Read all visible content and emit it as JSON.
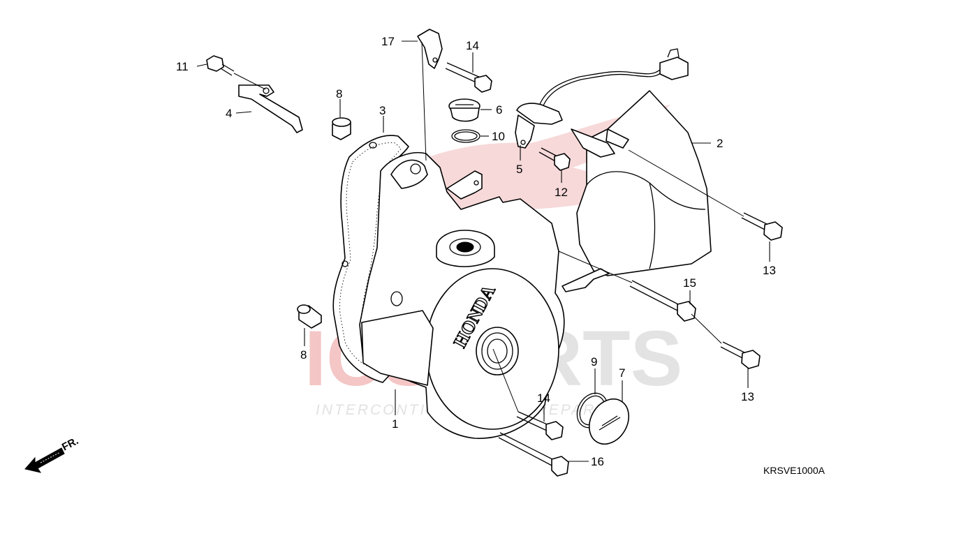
{
  "watermark": {
    "brand_left": "ICS",
    "brand_right": "PARTS",
    "tagline": "INTERCONTINENTAL SPAREPARTS"
  },
  "direction_label": "FR.",
  "diagram_code": "KRSVE1000A",
  "cover_logo": "HONDA",
  "callouts": [
    {
      "label": "11"
    },
    {
      "label": "4"
    },
    {
      "label": "8"
    },
    {
      "label": "3"
    },
    {
      "label": "17"
    },
    {
      "label": "14"
    },
    {
      "label": "6"
    },
    {
      "label": "10"
    },
    {
      "label": "5"
    },
    {
      "label": "12"
    },
    {
      "label": "2"
    },
    {
      "label": "13"
    },
    {
      "label": "15"
    },
    {
      "label": "13"
    },
    {
      "label": "8"
    },
    {
      "label": "1"
    },
    {
      "label": "9"
    },
    {
      "label": "7"
    },
    {
      "label": "14"
    },
    {
      "label": "16"
    }
  ]
}
